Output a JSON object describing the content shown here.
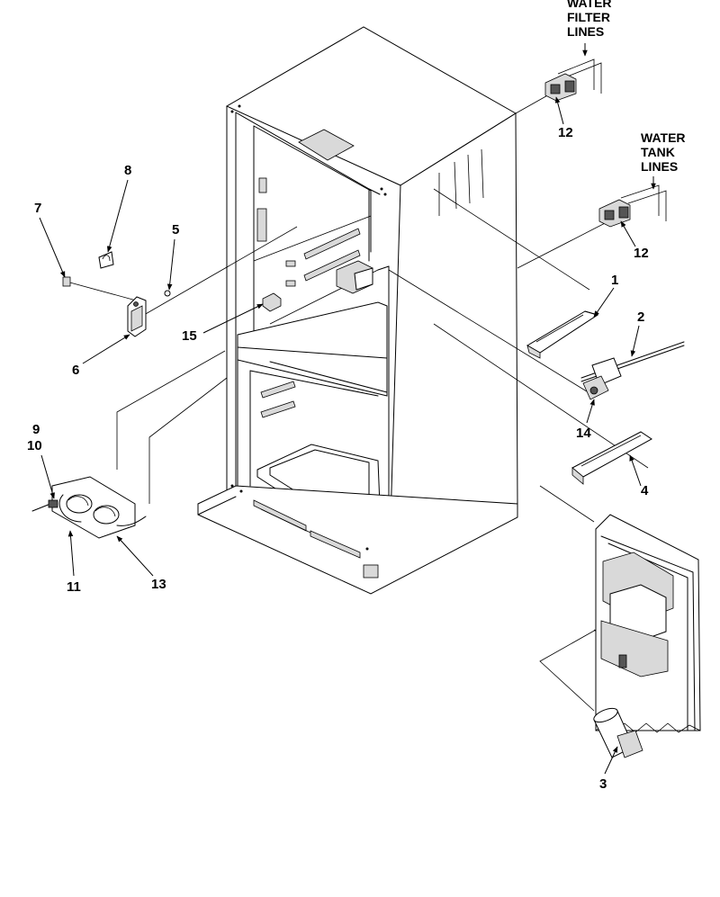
{
  "callouts": {
    "water_filter_lines": [
      "WATER",
      "FILTER",
      "LINES"
    ],
    "water_tank_lines": [
      "WATER",
      "TANK",
      "LINES"
    ],
    "part_1": "1",
    "part_2": "2",
    "part_3": "3",
    "part_4": "4",
    "part_5": "5",
    "part_6": "6",
    "part_7": "7",
    "part_8": "8",
    "part_9": "9",
    "part_10": "10",
    "part_11": "11",
    "part_12a": "12",
    "part_12b": "12",
    "part_13": "13",
    "part_14": "14",
    "part_15": "15"
  }
}
